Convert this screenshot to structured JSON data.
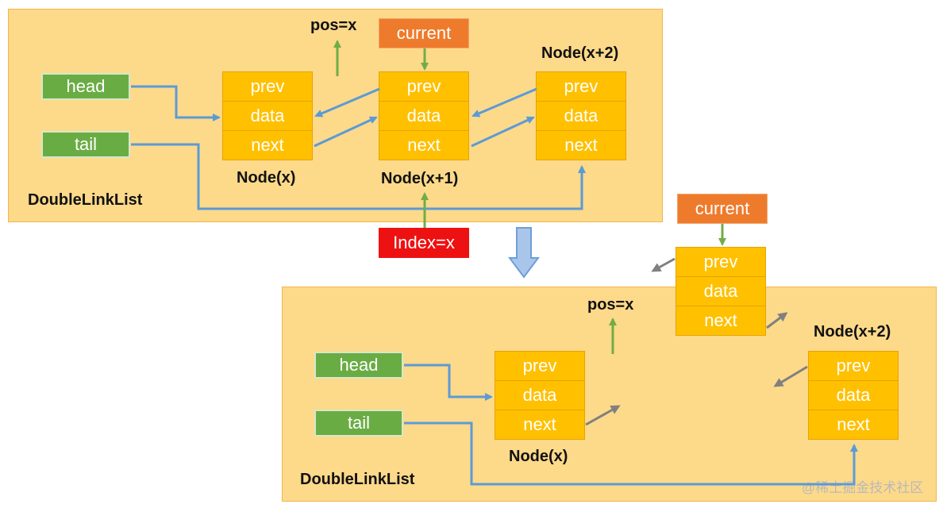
{
  "top": {
    "list_label": "DoubleLinkList",
    "head_label": "head",
    "tail_label": "tail",
    "pos_label": "pos=x",
    "current_label": "current",
    "index_label": "Index=x",
    "node_x": {
      "caption": "Node(x)",
      "prev": "prev",
      "data": "data",
      "next": "next"
    },
    "node_x1": {
      "caption": "Node(x+1)",
      "prev": "prev",
      "data": "data",
      "next": "next"
    },
    "node_x2": {
      "caption": "Node(x+2)",
      "prev": "prev",
      "data": "data",
      "next": "next"
    }
  },
  "bottom": {
    "list_label": "DoubleLinkList",
    "head_label": "head",
    "tail_label": "tail",
    "pos_label": "pos=x",
    "current_label": "current",
    "node_x": {
      "caption": "Node(x)",
      "prev": "prev",
      "data": "data",
      "next": "next"
    },
    "node_removed": {
      "prev": "prev",
      "data": "data",
      "next": "next"
    },
    "node_x2": {
      "caption": "Node(x+2)",
      "prev": "prev",
      "data": "data",
      "next": "next"
    }
  },
  "watermark": "@稀土掘金技术社区",
  "colors": {
    "panel": "#fdd98a",
    "node_cell": "#ffc000",
    "head_tail": "#6aac44",
    "current": "#ee7b2c",
    "index": "#ee1111",
    "pointer_arrow": "#5b9bd5",
    "marker_arrow": "#70ad47",
    "detached_arrow": "#808080"
  }
}
